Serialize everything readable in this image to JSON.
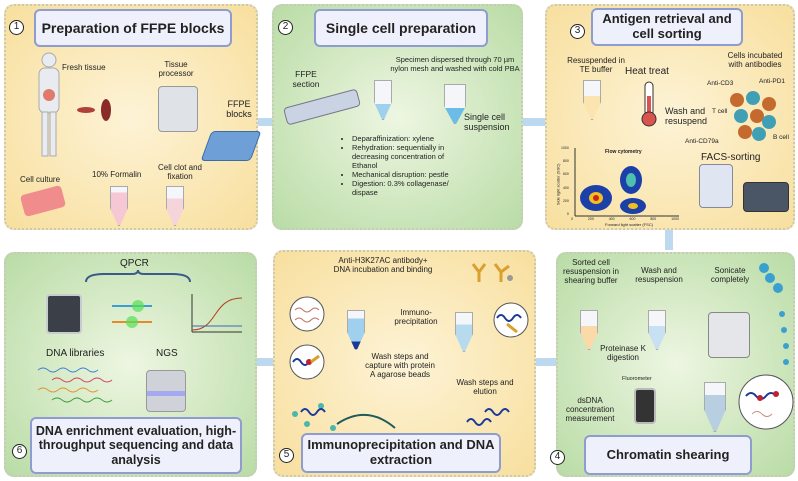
{
  "panels": [
    {
      "number": "1",
      "title": "Preparation of FFPE blocks",
      "labels": {
        "fresh_tissue": "Fresh tissue",
        "tissue_processor": "Tissue processor",
        "ffpe_blocks": "FFPE blocks",
        "cell_culture": "Cell culture",
        "formalin": "10% Formalin",
        "cell_clot": "Cell clot and fixation"
      }
    },
    {
      "number": "2",
      "title": "Single cell preparation",
      "labels": {
        "ffpe_section": "FFPE section",
        "specimen": "Specimen dispersed through 70 µm nylon mesh and washed with cold PBA",
        "suspension": "Single cell suspension"
      },
      "bullets": [
        "Deparaffinization: xylene",
        "Rehydration: sequentially in decreasing concentration of Ethanol",
        "Mechanical disruption: pestle",
        "Digestion: 0.3% collagenase/ dispase"
      ]
    },
    {
      "number": "3",
      "title": "Antigen retrieval and cell sorting",
      "labels": {
        "te_buffer": "Resuspended in TE buffer",
        "heat": "Heat treat",
        "wash": "Wash and resuspend",
        "incubated": "Cells incubated with antibodies",
        "cd3": "Anti-CD3",
        "pd1": "Anti-PD1",
        "tcell": "T cell",
        "cd79a": "Anti-CD79a",
        "bcell": "B cell",
        "facs": "FACS-sorting",
        "flow": "Flow cytometry",
        "ssc": "Side light scatter (SSC)",
        "fsc": "Forward light scatter (FSC)"
      },
      "x_ticks": [
        "0",
        "200",
        "400",
        "600",
        "800",
        "1000"
      ],
      "y_ticks": [
        "0",
        "200",
        "400",
        "600",
        "800",
        "1000"
      ]
    },
    {
      "number": "4",
      "title": "Chromatin shearing",
      "labels": {
        "sorted": "Sorted cell resuspension in shearing buffer",
        "wash": "Wash and resuspension",
        "sonicate": "Sonicate completely",
        "proteinase": "Proteinase K digestion",
        "fluorometer": "Fluorometer",
        "dsdna": "dsDNA concentration measurement"
      }
    },
    {
      "number": "5",
      "title": "Immunoprecipitation and DNA extraction",
      "labels": {
        "antibody": "Anti-H3K27AC antibody+ DNA incubation and binding",
        "ip": "Immuno- precipitation",
        "wash_capture": "Wash steps and capture with protein A agarose beads",
        "wash_elution": "Wash steps and elution"
      }
    },
    {
      "number": "6",
      "title": "DNA enrichment evaluation, high-throughput sequencing and data analysis",
      "labels": {
        "qpcr": "QPCR",
        "libraries": "DNA libraries",
        "ngs": "NGS"
      }
    }
  ],
  "colors": {
    "yellow_panel": "#f8df9e",
    "green_panel": "#b9dca6",
    "title_border": "#8e9ccf",
    "flow_arrow": "#bcd9ef"
  }
}
